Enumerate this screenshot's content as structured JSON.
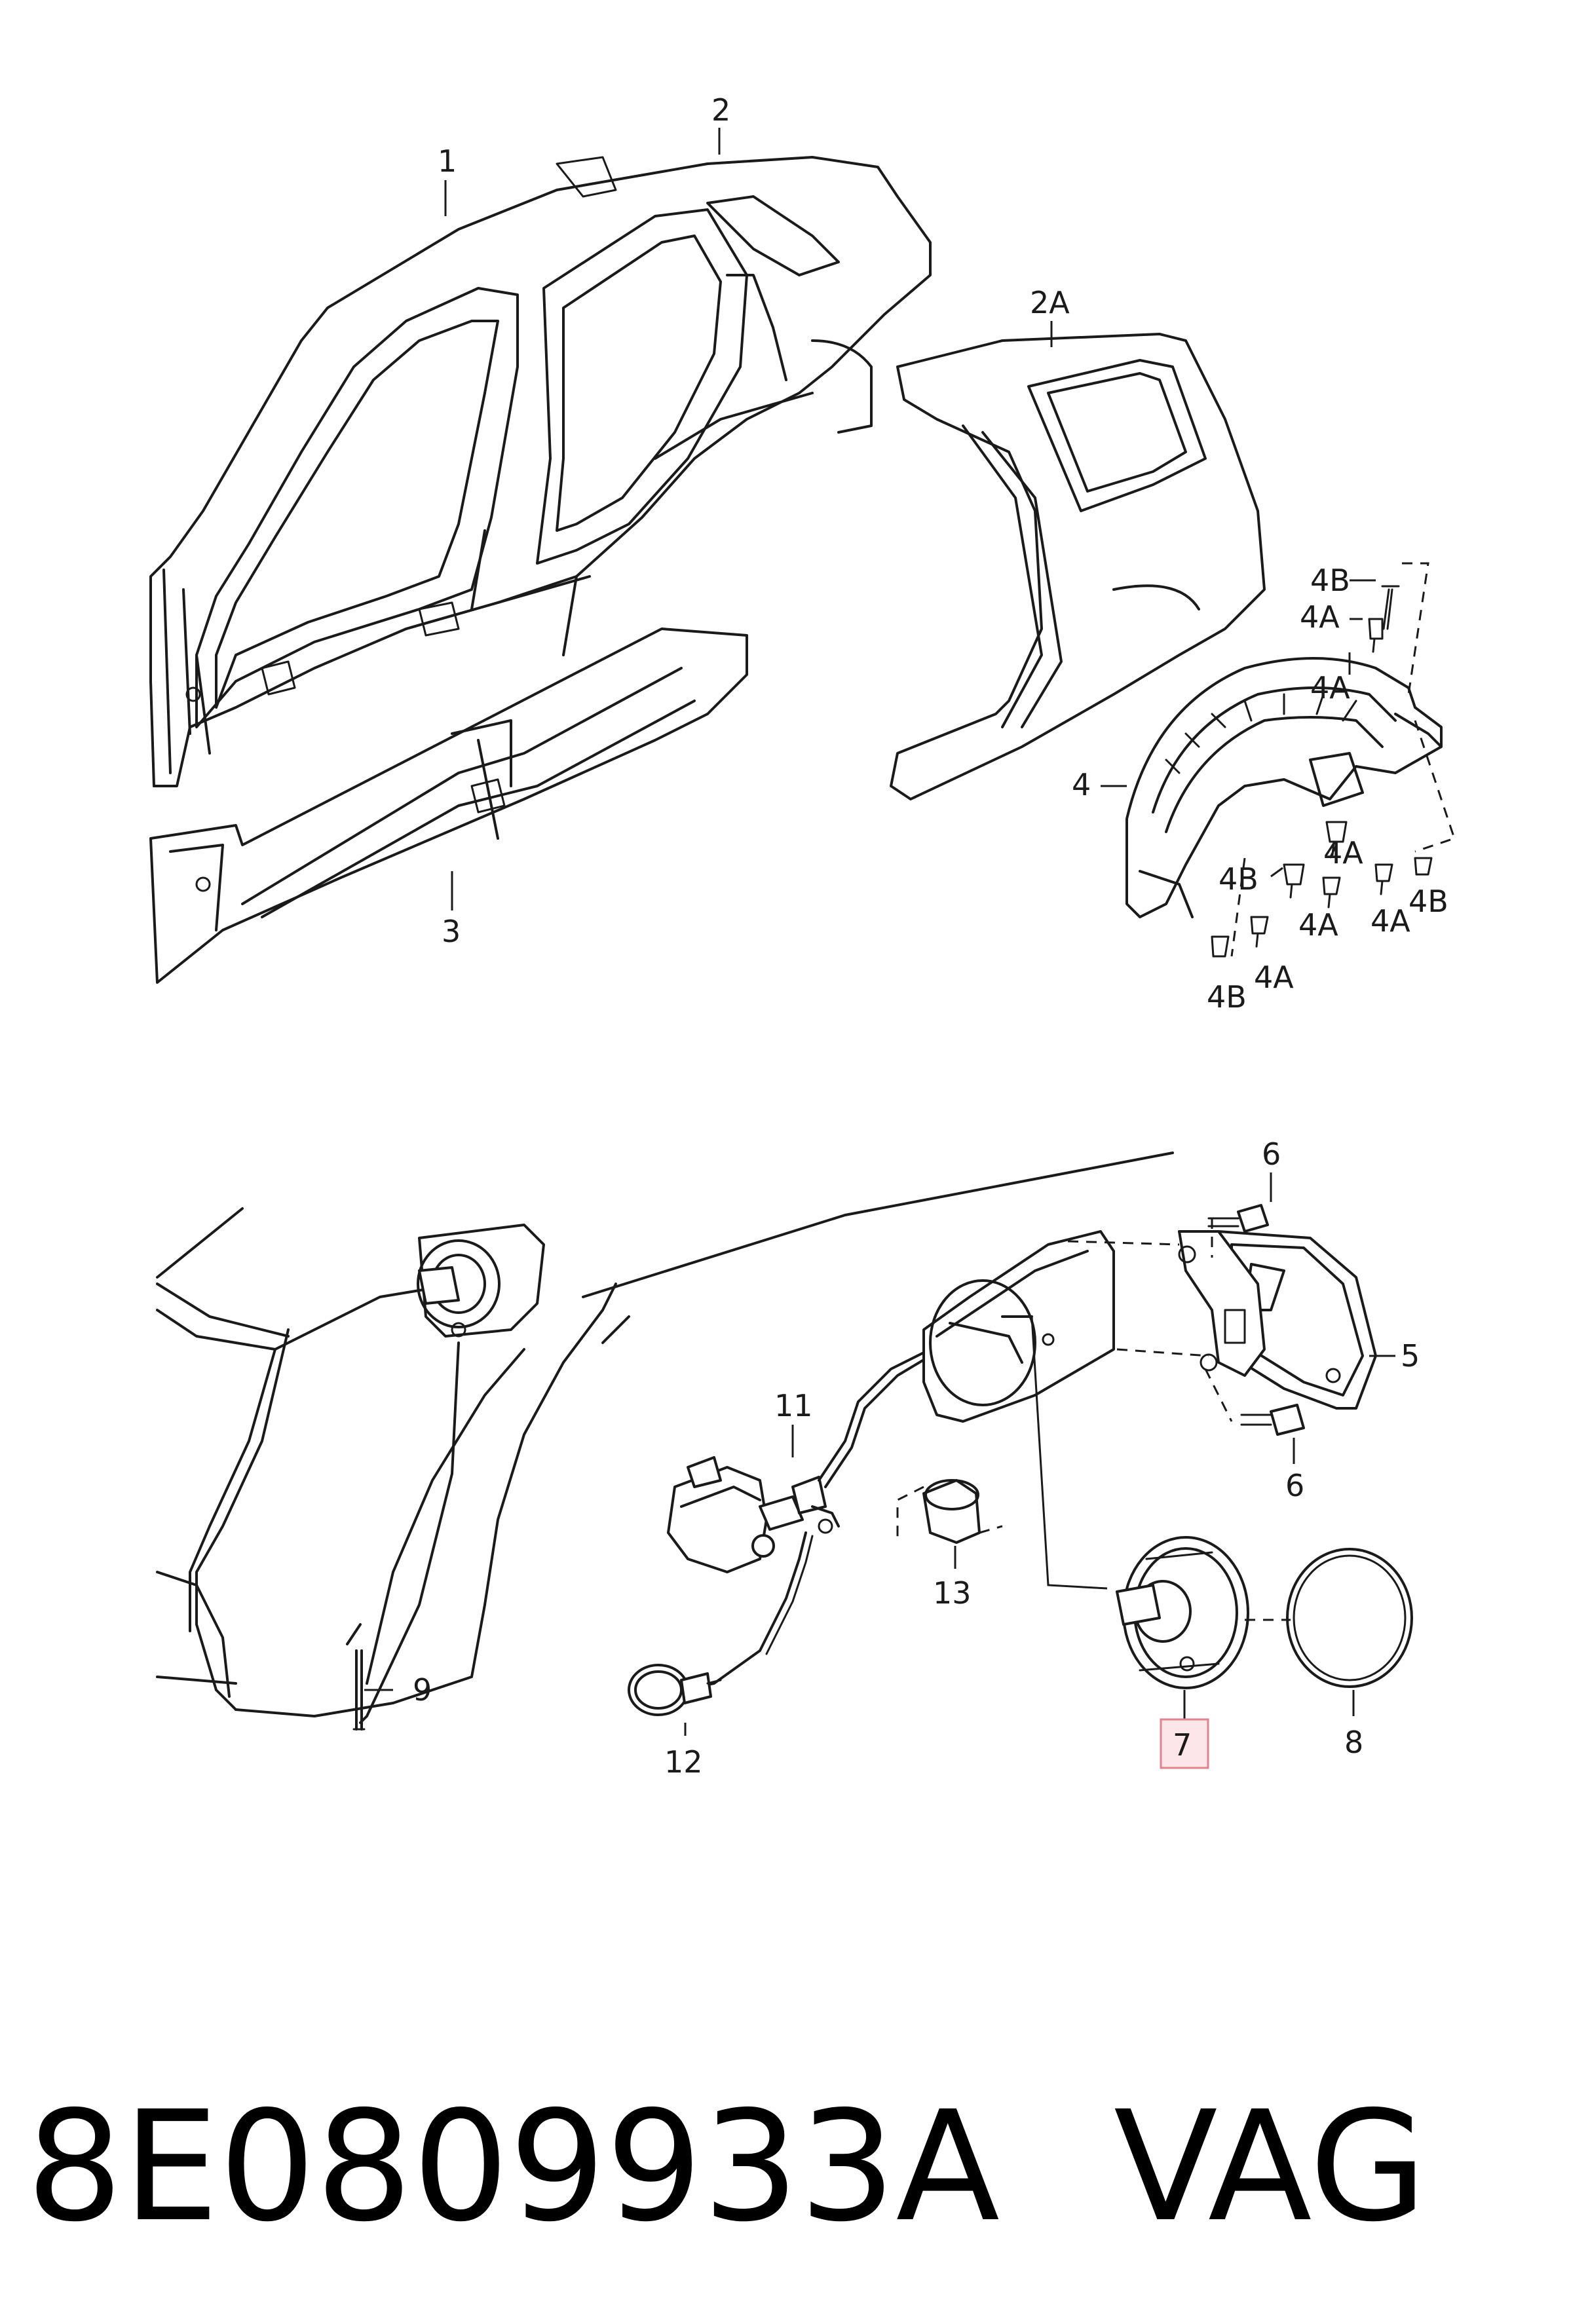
{
  "callouts": {
    "c1": "1",
    "c2": "2",
    "c2a": "2A",
    "c3": "3",
    "c4": "4",
    "c4a": "4A",
    "c4b": "4B",
    "c5": "5",
    "c6": "6",
    "c7": "7",
    "c8": "8",
    "c9": "9",
    "c11": "11",
    "c12": "12",
    "c13": "13"
  },
  "footer": {
    "part_number": "8E0809933A",
    "brand": "VAG"
  },
  "highlight_color": "#fde6ea"
}
